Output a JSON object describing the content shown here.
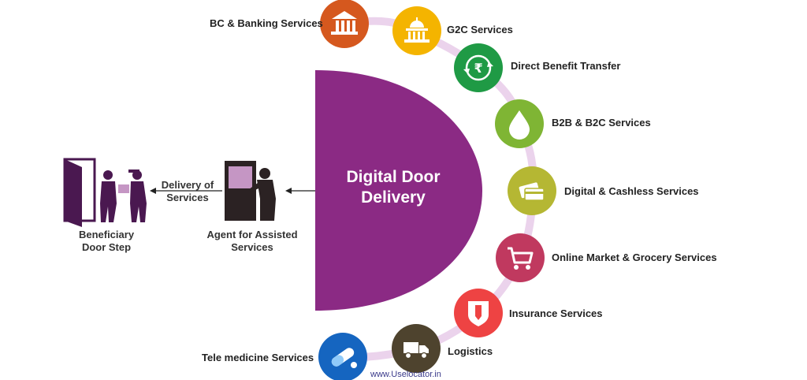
{
  "center": {
    "line1": "Digital Door",
    "line2": "Delivery"
  },
  "flow": {
    "delivery_label": {
      "line1": "Delivery of",
      "line2": "Services"
    },
    "agent": {
      "line1": "Agent for Assisted",
      "line2": "Services"
    },
    "beneficiary": {
      "line1": "Beneficiary",
      "line2": "Door Step"
    }
  },
  "services": [
    {
      "label": "BC & Banking Services",
      "icon": "bank-icon",
      "color": "#D5581E"
    },
    {
      "label": "G2C Services",
      "icon": "government-building-icon",
      "color": "#F4B400"
    },
    {
      "label": "Direct Benefit Transfer",
      "icon": "rupee-transfer-icon",
      "color": "#1F9A45"
    },
    {
      "label": "B2B & B2C Services",
      "icon": "drop-icon",
      "color": "#7FB534"
    },
    {
      "label": "Digital & Cashless Services",
      "icon": "cards-icon",
      "color": "#B5B733"
    },
    {
      "label": "Online Market & Grocery Services",
      "icon": "shopping-cart-icon",
      "color": "#C0395F"
    },
    {
      "label": "Insurance Services",
      "icon": "shield-icon",
      "color": "#EE4343"
    },
    {
      "label": "Logistics",
      "icon": "truck-icon",
      "color": "#4E432E"
    },
    {
      "label": "Tele medicine Services",
      "icon": "capsule-icon",
      "color": "#1565C0"
    }
  ],
  "colors": {
    "hub": "#8B2A84",
    "arc": "#EBD3EC",
    "figure": "#4A1850",
    "agent_body": "#2B2223"
  },
  "footer": "www.Uselocator.in"
}
